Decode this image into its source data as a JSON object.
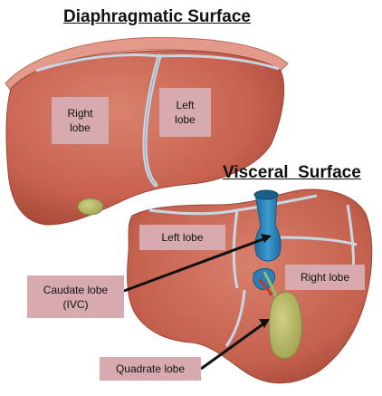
{
  "titles": {
    "diaphragmatic": "Diaphragmatic Surface",
    "visceral": "Visceral  Surface"
  },
  "labels": {
    "right_lobe_top_line1": "Right",
    "right_lobe_top_line2": "lobe",
    "left_lobe_top_line1": "Left",
    "left_lobe_top_line2": "lobe",
    "left_lobe_visceral": "Left lobe",
    "right_lobe_visceral": "Right lobe",
    "caudate_line1": "Caudate lobe",
    "caudate_line2": "(IVC)",
    "quadrate": "Quadrate lobe"
  },
  "colors": {
    "liver": "#c8614f",
    "liver_shadow": "#a84a3a",
    "diaphragm": "#e49a8a",
    "ligament": "#c9d6e3",
    "ivc": "#2a7fb6",
    "gallbladder": "#b9ba6a",
    "label_bg": "#d7aab0"
  }
}
